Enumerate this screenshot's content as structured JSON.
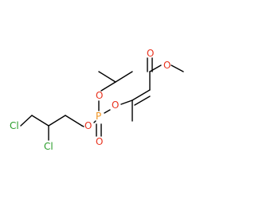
{
  "molecule": {
    "atoms": [
      {
        "id": "cl1",
        "symbol": "Cl",
        "color": "#2a9d2a"
      },
      {
        "id": "cl2",
        "symbol": "Cl",
        "color": "#2a9d2a"
      },
      {
        "id": "o_ch2",
        "symbol": "O",
        "color": "#e8321e"
      },
      {
        "id": "p",
        "symbol": "P",
        "color": "#f0931e"
      },
      {
        "id": "o_ipr",
        "symbol": "O",
        "color": "#e8321e"
      },
      {
        "id": "o_eq",
        "symbol": "O",
        "color": "#e8321e"
      },
      {
        "id": "o_vinyl",
        "symbol": "O",
        "color": "#e8321e"
      },
      {
        "id": "o_carbonyl",
        "symbol": "O",
        "color": "#e8321e"
      },
      {
        "id": "o_methoxy",
        "symbol": "O",
        "color": "#e8321e"
      }
    ],
    "bond_color": "#000000"
  }
}
